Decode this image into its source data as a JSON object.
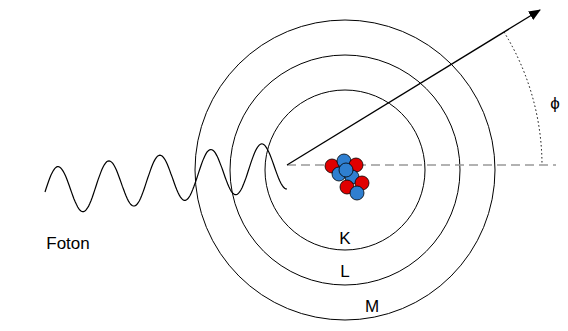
{
  "diagram": {
    "labels": [
      "Foton",
      "K",
      "L",
      "M",
      "ϕ"
    ]
  }
}
